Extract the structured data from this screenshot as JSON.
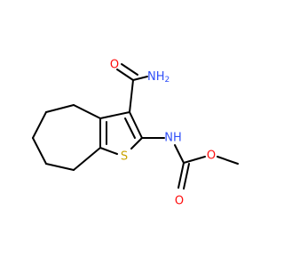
{
  "structure": {
    "bond_color": "#000000",
    "atoms": {
      "O_amide": {
        "label": "O",
        "color": "#ff0d0d"
      },
      "NH2": {
        "label": "NH",
        "sub": "2",
        "color": "#3050f8"
      },
      "NH": {
        "label": "NH",
        "color": "#3050f8"
      },
      "S": {
        "label": "S",
        "color": "#c9a400"
      },
      "O_carbonyl": {
        "label": "O",
        "color": "#ff0d0d"
      },
      "O_ester": {
        "label": "O",
        "color": "#ff0d0d"
      }
    }
  }
}
